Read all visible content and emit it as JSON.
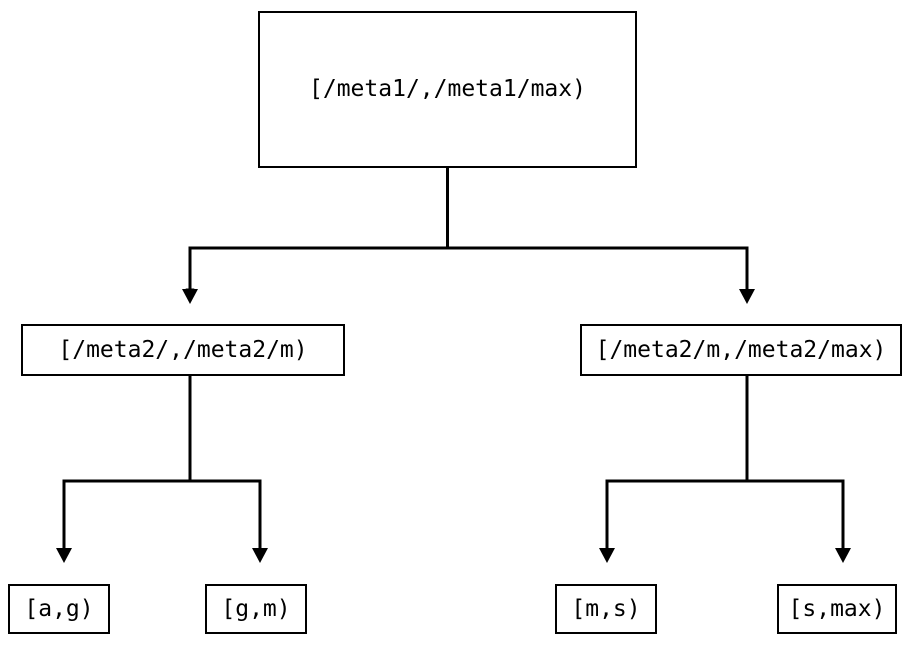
{
  "diagram": {
    "type": "tree",
    "title": "",
    "background_color": "#ffffff",
    "stroke_color": "#000000",
    "text_color": "#000000",
    "nodes": {
      "root": {
        "label": "[/meta1/,/meta1/max)",
        "level": "root"
      },
      "mid_left": {
        "label": "[/meta2/,/meta2/m)",
        "level": "mid"
      },
      "mid_right": {
        "label": "[/meta2/m,/meta2/max)",
        "level": "mid"
      },
      "leaf_1": {
        "label": "[a,g)",
        "level": "leaf"
      },
      "leaf_2": {
        "label": "[g,m)",
        "level": "leaf"
      },
      "leaf_3": {
        "label": "[m,s)",
        "level": "leaf"
      },
      "leaf_4": {
        "label": "[s,max)",
        "level": "leaf"
      }
    },
    "edges": [
      {
        "from": "root",
        "to": "mid_left",
        "arrow": "down"
      },
      {
        "from": "root",
        "to": "mid_right",
        "arrow": "down"
      },
      {
        "from": "mid_left",
        "to": "leaf_1",
        "arrow": "down"
      },
      {
        "from": "mid_left",
        "to": "leaf_2",
        "arrow": "down"
      },
      {
        "from": "mid_right",
        "to": "leaf_3",
        "arrow": "down"
      },
      {
        "from": "mid_right",
        "to": "leaf_4",
        "arrow": "down"
      }
    ]
  }
}
